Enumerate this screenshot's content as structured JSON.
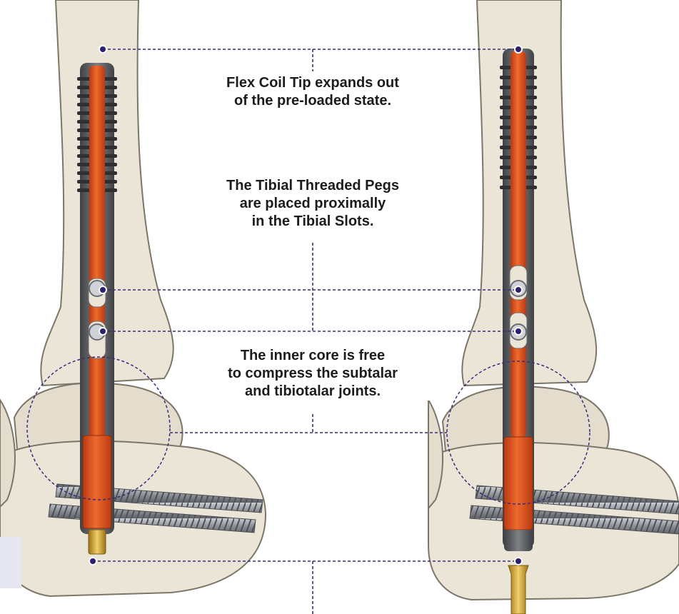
{
  "callouts": [
    {
      "lines": [
        "Flex Coil Tip expands out",
        "of the pre-loaded state."
      ]
    },
    {
      "lines": [
        "The Tibial Threaded Pegs",
        "are placed proximally",
        "in the Tibial Slots."
      ]
    },
    {
      "lines": [
        "The inner core is free",
        "to compress the subtalar",
        "and tibiotalar joints."
      ]
    }
  ],
  "colors": {
    "bone": "#ebe5d8",
    "bone_outline": "#7c7668",
    "nail_gray": "#5e6063",
    "nail_orange": "#e2531f",
    "coil_dark": "#3a3b3d",
    "screw": "#9da1a6",
    "gold": "#c89a2e",
    "leader": "#3b2c7a"
  }
}
